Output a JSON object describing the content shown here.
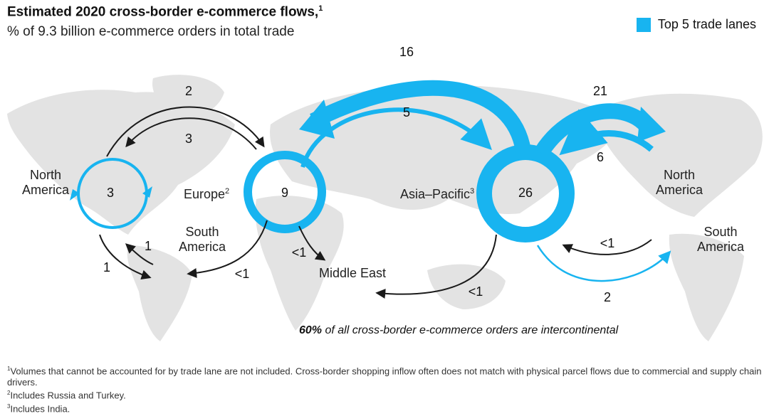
{
  "header": {
    "title": "Estimated 2020 cross-border e-commerce flows,",
    "title_footnote": "1",
    "subtitle": "% of 9.3 billion e-commerce orders in total trade"
  },
  "legend": {
    "label": "Top 5 trade lanes",
    "color": "#18b4f0"
  },
  "colors": {
    "top_lane": "#18b4f0",
    "other_lane": "#1a1a1a",
    "land": "#e3e3e3"
  },
  "regions": {
    "north_america_west": {
      "name": "North America"
    },
    "europe": {
      "name": "Europe",
      "footnote": "2"
    },
    "south_america_west": {
      "name": "South America"
    },
    "middle_east": {
      "name": "Middle East"
    },
    "asia_pacific": {
      "name": "Asia–Pacific",
      "footnote": "3"
    },
    "north_america_east": {
      "name": "North America"
    },
    "south_america_east": {
      "name": "South America"
    }
  },
  "flows": {
    "na_domestic": "3",
    "europe_domestic": "9",
    "apac_domestic": "26",
    "apac_to_europe": "16",
    "europe_to_apac": "5",
    "apac_to_na": "21",
    "na_to_apac": "6",
    "na_to_europe": "2",
    "europe_to_na": "3",
    "na_to_sa": "1",
    "sa_to_na": "1",
    "europe_to_sa": "<1",
    "europe_to_me": "<1",
    "apac_to_sa": "<1",
    "sa_to_apac": "<1",
    "apac_to_sa_east": "2"
  },
  "note": {
    "emphasis": "60%",
    "text": " of all cross-border e-commerce orders are intercontinental"
  },
  "footnotes": [
    {
      "mark": "1",
      "text": "Volumes that cannot be accounted for by trade lane are not included. Cross-border shopping inflow often does not match with physical parcel flows due to commercial and supply chain drivers."
    },
    {
      "mark": "2",
      "text": "Includes Russia and Turkey."
    },
    {
      "mark": "3",
      "text": "Includes India."
    }
  ]
}
